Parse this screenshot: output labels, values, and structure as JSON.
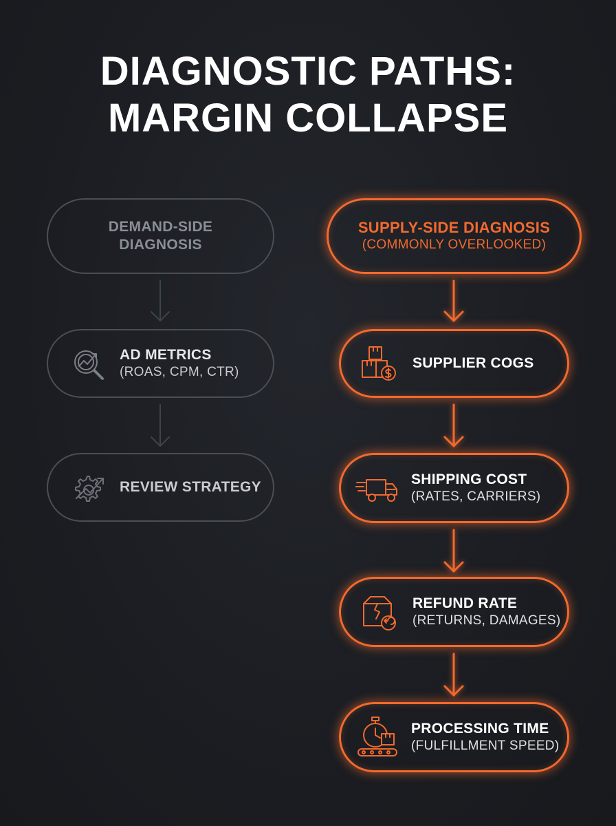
{
  "title": {
    "line1": "DIAGNOSTIC PATHS:",
    "line2": "MARGIN COLLAPSE"
  },
  "demand_side": {
    "header": {
      "line1": "DEMAND-SIDE",
      "line2": "DIAGNOSIS"
    },
    "steps": [
      {
        "title": "AD METRICS",
        "subtitle": "(ROAS, CPM, CTR)",
        "icon": "magnifier-trend-icon"
      },
      {
        "title": "REVIEW STRATEGY",
        "subtitle": "",
        "icon": "gear-trend-icon"
      }
    ]
  },
  "supply_side": {
    "header": {
      "title": "SUPPLY-SIDE DIAGNOSIS",
      "subtitle": "(COMMONLY OVERLOOKED)"
    },
    "steps": [
      {
        "title": "SUPPLIER COGS",
        "subtitle": "",
        "icon": "boxes-dollar-icon"
      },
      {
        "title": "SHIPPING COST",
        "subtitle": "(RATES, CARRIERS)",
        "icon": "delivery-truck-icon"
      },
      {
        "title": "REFUND RATE",
        "subtitle": "(RETURNS, DAMAGES)",
        "icon": "damaged-box-return-icon"
      },
      {
        "title": "PROCESSING TIME",
        "subtitle": "(FULFILLMENT SPEED)",
        "icon": "stopwatch-conveyor-icon"
      }
    ]
  },
  "colors": {
    "background": "#1b1d22",
    "accent": "#f26a2e",
    "muted": "#4a4e55"
  }
}
